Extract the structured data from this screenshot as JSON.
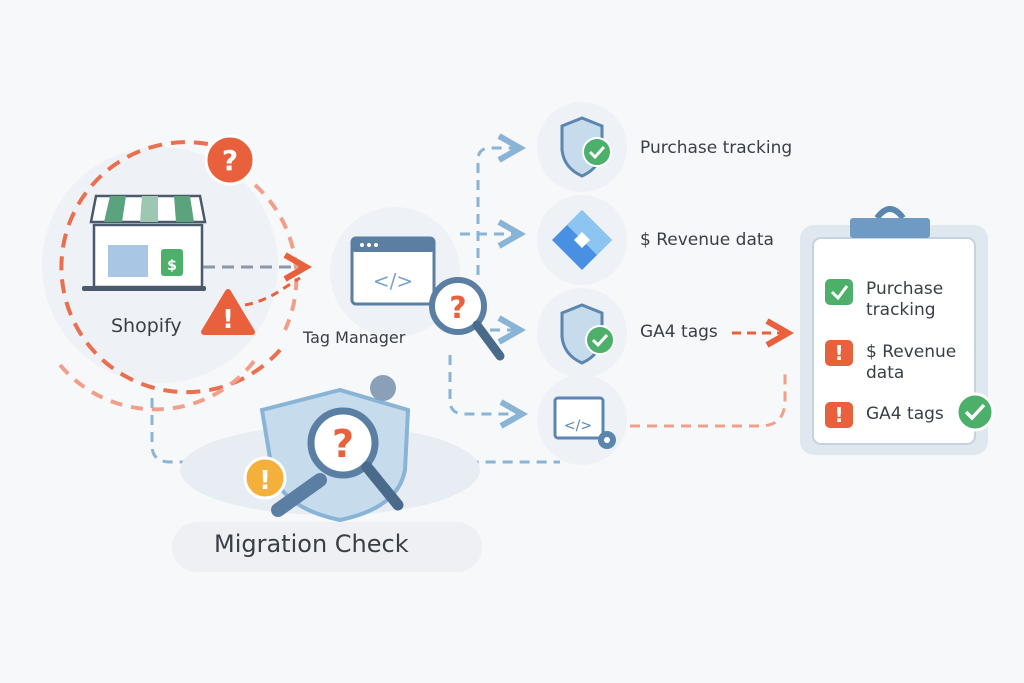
{
  "source": {
    "label": "Shopify",
    "badges": [
      "question",
      "warning"
    ]
  },
  "hub": {
    "label": "Tag Manager"
  },
  "outputs": [
    {
      "label": "Purchase tracking",
      "icon": "shield-check-icon"
    },
    {
      "label": "$ Revenue data",
      "icon": "gtm-diamond-icon"
    },
    {
      "label": "GA4 tags",
      "icon": "shield-check-icon"
    },
    {
      "label": "",
      "icon": "code-settings-icon"
    }
  ],
  "migration": {
    "label": "Migration Check"
  },
  "checklist": {
    "items": [
      {
        "line1": "Purchase",
        "line2": "tracking",
        "status": "ok"
      },
      {
        "line1": "$ Revenue",
        "line2": "data",
        "status": "error"
      },
      {
        "line1": "GA4 tags",
        "line2": "",
        "status": "error"
      }
    ]
  },
  "colors": {
    "orange": "#e8603c",
    "green": "#4caf6a",
    "blue": "#5b86b0",
    "lightblue": "#8ab4d6",
    "yellow": "#f4b03a"
  }
}
